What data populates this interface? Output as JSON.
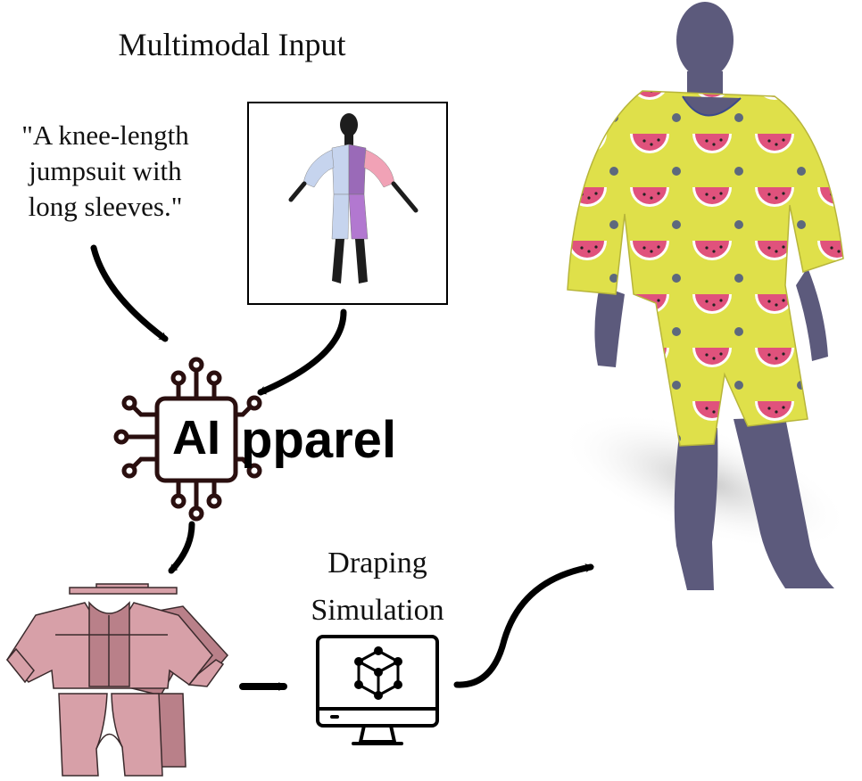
{
  "diagram": {
    "input_title": "Multimodal Input",
    "text_prompt_lines": [
      "\"A knee-length",
      "jumpsuit with",
      "long sleeves.\""
    ],
    "logo": {
      "chip_text": "AI",
      "suffix_text": "pparel",
      "full_name": "AIpparel"
    },
    "simulation_label_lines": [
      "Draping",
      "Simulation"
    ],
    "icons": {
      "input_image": "garment-on-mannequin-image",
      "chip": "ai-chip-icon",
      "monitor": "monitor-cube-icon",
      "pattern": "sewing-pattern-pieces",
      "output": "draped-garment-render"
    },
    "colors": {
      "arrow": "#000000",
      "chip_outline": "#2a0f0f",
      "pattern_fill": "#d7a0a8",
      "pattern_shadow": "#b98089",
      "garment_yellow": "#dfe04a",
      "watermelon_pink": "#e0527c",
      "mannequin": "#5c5a7c",
      "input_pink": "#f1a2b6",
      "input_blue": "#c6d4ee",
      "input_purple": "#9a6ab8"
    }
  }
}
